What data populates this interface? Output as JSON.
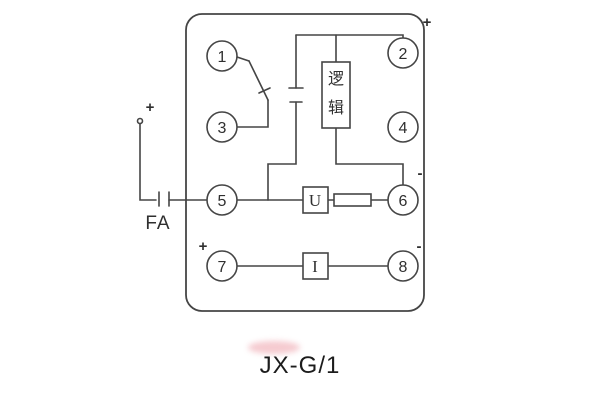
{
  "title": "JX-G/1",
  "enclosure": {
    "logic_box_label": "逻辑",
    "voltage_box_label": "U",
    "current_box_label": "I"
  },
  "external": {
    "fa_label": "FA",
    "positive_mark": "+"
  },
  "terminals": [
    {
      "label": "1"
    },
    {
      "label": "2"
    },
    {
      "label": "3"
    },
    {
      "label": "4"
    },
    {
      "label": "5"
    },
    {
      "label": "6"
    },
    {
      "label": "7"
    },
    {
      "label": "8"
    }
  ],
  "polarity": {
    "terminal2": "+",
    "terminal6": "-",
    "terminal7": "+",
    "terminal8": "-"
  },
  "colors": {
    "line": "#454545",
    "text": "#2f2f2f",
    "background": "#ffffff",
    "watermark": "#f2b9c0"
  }
}
